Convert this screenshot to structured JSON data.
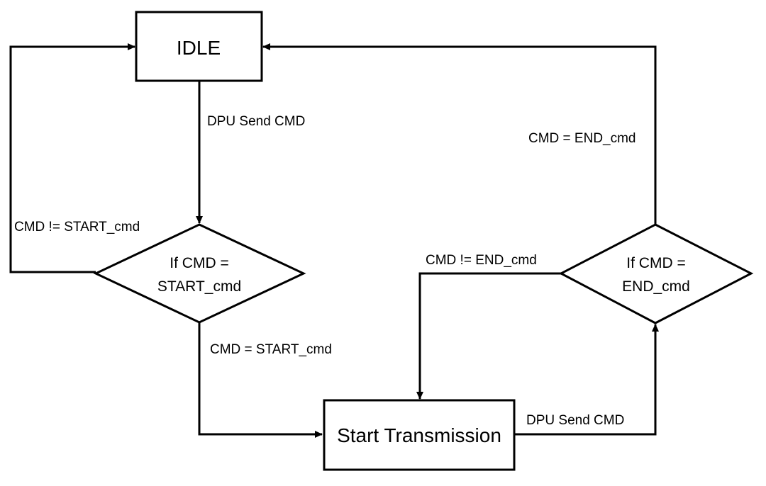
{
  "nodes": {
    "idle": {
      "label": "IDLE"
    },
    "start_check": {
      "line1": "If CMD =",
      "line2": "START_cmd"
    },
    "end_check": {
      "line1": "If CMD =",
      "line2": "END_cmd"
    },
    "transmission": {
      "label": "Start Transmission"
    }
  },
  "edges": {
    "idle_to_start_check": "DPU Send CMD",
    "start_check_not_start": "CMD != START_cmd",
    "start_check_is_start": "CMD = START_cmd",
    "transmission_to_end_check": "DPU Send CMD",
    "end_check_not_end": "CMD != END_cmd",
    "end_check_is_end": "CMD = END_cmd"
  },
  "colors": {
    "stroke": "#000000",
    "background": "#ffffff"
  }
}
